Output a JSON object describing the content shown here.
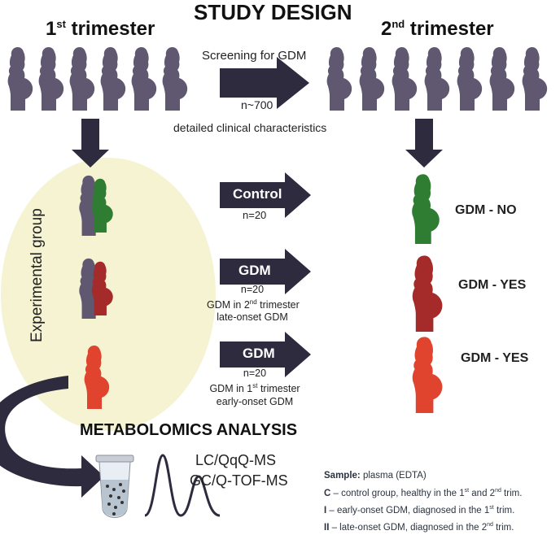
{
  "title": "STUDY DESIGN",
  "trimesters": {
    "first": {
      "label": "1",
      "sup": "st",
      "rest": " trimester"
    },
    "second": {
      "label": "2",
      "sup": "nd",
      "rest": " trimester"
    }
  },
  "screening": {
    "label": "Screening for GDM",
    "n": "n~700",
    "detail": "detailed clinical characteristics"
  },
  "experimental_group_label": "Experimental group",
  "groups": [
    {
      "arrow_label": "Control",
      "n": "n=20",
      "desc1": "",
      "desc1_sup": "",
      "desc1_rest": "",
      "desc2": "",
      "outcome": "GDM - NO",
      "color": "#2f7d32"
    },
    {
      "arrow_label": "GDM",
      "n": "n=20",
      "desc1": "GDM in 2",
      "desc1_sup": "nd",
      "desc1_rest": " trimester",
      "desc2": "late-onset GDM",
      "outcome": "GDM - YES",
      "color": "#a52a2a"
    },
    {
      "arrow_label": "GDM",
      "n": "n=20",
      "desc1": "GDM in 1",
      "desc1_sup": "st",
      "desc1_rest": " trimester",
      "desc2": "early-onset GDM",
      "outcome": "GDM - YES",
      "color": "#e0442f"
    }
  ],
  "metabolomics": {
    "title": "METABOLOMICS ANALYSIS",
    "method1": "LC/QqQ-MS",
    "method2": "GC/Q-TOF-MS"
  },
  "legend": {
    "sample_key": "Sample:",
    "sample_val": " plasma (EDTA)",
    "c_key": "C",
    "c_val": " – control group, healthy in the 1",
    "c_sup": "st",
    "c_rest": " and 2",
    "c_sup2": "nd",
    "c_end": " trim.",
    "i_key": "I",
    "i_val": " – early-onset  GDM, diagnosed in the 1",
    "i_sup": "st",
    "i_end": " trim.",
    "ii_key": "II",
    "ii_val": " – late-onset GDM, diagnosed in the 2",
    "ii_sup": "nd",
    "ii_end": " trim."
  },
  "colors": {
    "silhouette": "#5f5870",
    "arrow": "#2e2b3f",
    "ellipse": "#f5f3d2",
    "green": "#2f7d32",
    "darkred": "#a52a2a",
    "red": "#e0442f"
  }
}
